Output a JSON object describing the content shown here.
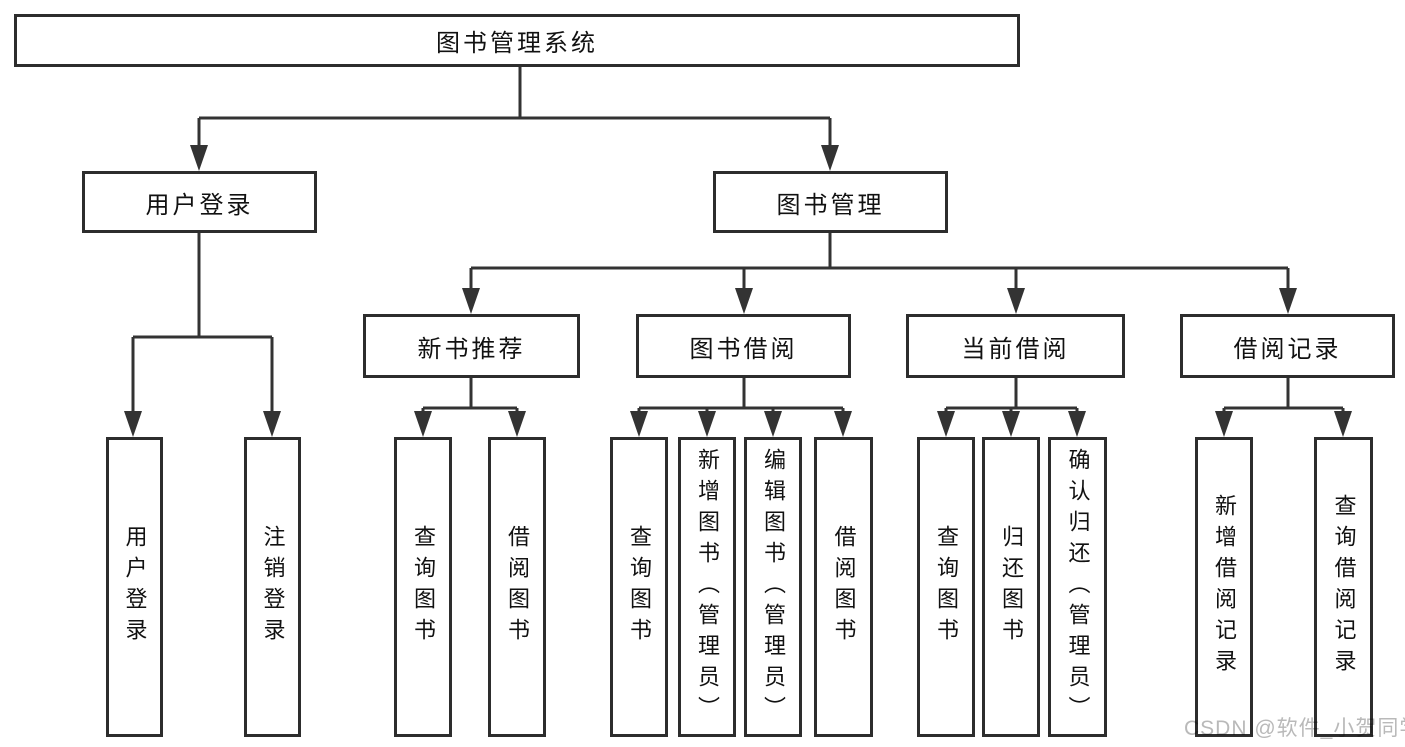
{
  "diagram": {
    "root": {
      "label": "图书管理系统"
    },
    "branches": [
      {
        "label": "用户登录",
        "children": [
          {
            "label": "用户登录"
          },
          {
            "label": "注销登录"
          }
        ]
      },
      {
        "label": "图书管理",
        "children": [
          {
            "label": "新书推荐",
            "children": [
              {
                "label": "查询图书"
              },
              {
                "label": "借阅图书"
              }
            ]
          },
          {
            "label": "图书借阅",
            "children": [
              {
                "label": "查询图书"
              },
              {
                "label": "新增图书（管理员）"
              },
              {
                "label": "编辑图书（管理员）"
              },
              {
                "label": "借阅图书"
              }
            ]
          },
          {
            "label": "当前借阅",
            "children": [
              {
                "label": "查询图书"
              },
              {
                "label": "归还图书"
              },
              {
                "label": "确认归还（管理员）"
              }
            ]
          },
          {
            "label": "借阅记录",
            "children": [
              {
                "label": "新增借阅记录"
              },
              {
                "label": "查询借阅记录"
              }
            ]
          }
        ]
      }
    ]
  },
  "colors": {
    "line": "#333333",
    "box_border": "#2d2d2d",
    "text": "#111111",
    "watermark": "#b9b9b9",
    "background": "#ffffff"
  },
  "watermark": {
    "text": "CSDN @软件_小贺同学"
  }
}
